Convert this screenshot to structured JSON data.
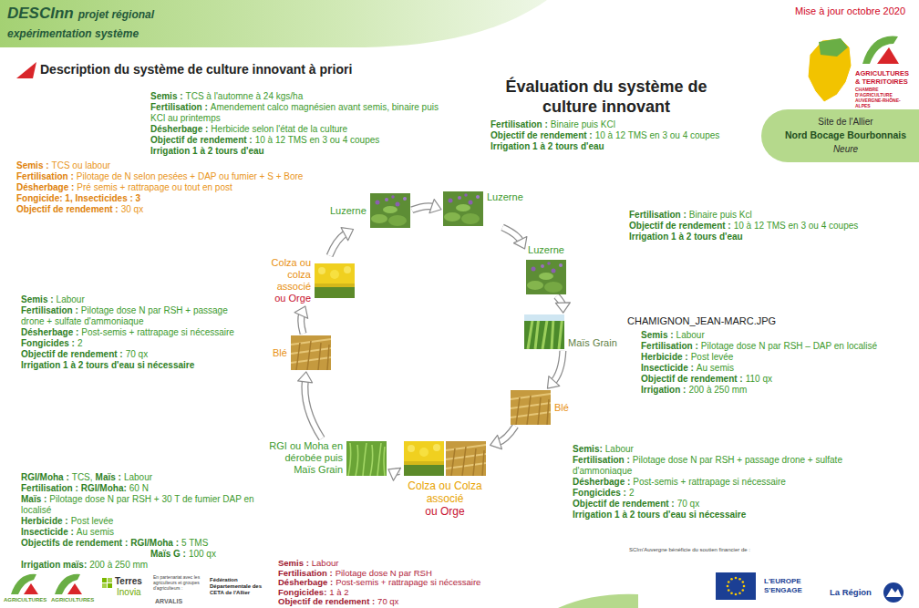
{
  "diagram": {
    "title": "Évaluation du système de culture innovant",
    "nodes": [
      {
        "text": [
          "Luzerne"
        ]
      },
      {
        "text": [
          "Luzerne"
        ]
      },
      {
        "text": [
          "Luzerne"
        ]
      },
      {
        "text": [
          "Maïs Grain"
        ]
      },
      {
        "text": [
          "Blé"
        ]
      },
      {
        "text": [
          "Colza ou Colza associé",
          "ou Orge"
        ]
      },
      {
        "text": [
          "RGI ou Moha en dérobée puis Maïs Grain"
        ]
      },
      {
        "text": [
          "Blé"
        ]
      },
      {
        "text": [
          "Colza ou colza associé",
          "ou Orge"
        ]
      },
      {
        "text": [
          "Site de l'Allier",
          "Nord Bocage Bourbonnais",
          "Neure"
        ]
      }
    ],
    "edges": [
      {
        "from": 0,
        "to": 1,
        "arrow": "to"
      },
      {
        "from": 1,
        "to": 2,
        "arrow": "to"
      },
      {
        "from": 2,
        "to": 3,
        "arrow": "to"
      },
      {
        "from": 3,
        "to": 4,
        "arrow": "to"
      },
      {
        "from": 4,
        "to": 5,
        "arrow": "to"
      },
      {
        "from": 5,
        "to": 6,
        "arrow": "to"
      },
      {
        "from": 6,
        "to": 7,
        "arrow": "to"
      },
      {
        "from": 7,
        "to": 8,
        "arrow": "to"
      },
      {
        "from": 8,
        "to": 0,
        "arrow": "to"
      }
    ],
    "labels": [
      "DESCInn",
      "projet régional expérimentation système",
      "Mise à jour octobre 2020",
      "Description du système de culture innovant à priori",
      "AGRICULTURES",
      "& TERRITOIRES",
      "CHAMBRE D'AGRICULTURE AUVERGNE-RHÔNE-ALPES",
      "Semis :",
      "TCS à l'automne à 24 kgs/ha",
      "Fertilisation :",
      "Amendement calco magnésien avant semis, binaire puis KCl au printemps",
      "Désherbage :",
      "Herbicide selon l'état de la culture",
      "Objectif de rendement :",
      "10 à 12 TMS en 3 ou 4 coupes",
      "Irrigation 1 à 2 tours d'eau",
      "Semis :",
      "TCS ou labour",
      "Fertilisation :",
      "Pilotage de N selon pesées + DAP ou fumier + S + Bore",
      "Désherbage :",
      "Pré semis + rattrapage ou tout en post",
      "Fongicide: 1, Insecticides : 3",
      "Objectif de rendement :",
      "30 qx",
      "Fertilisation :",
      "Binaire puis KCl",
      "Objectif de rendement :",
      "10 à 12 TMS en 3 ou 4 coupes",
      "Irrigation 1 à 2 tours d'eau",
      "Fertilisation :",
      "Binaire puis Kcl",
      "Objectif de rendement :",
      "10 à 12 TMS en 3 ou 4 coupes",
      "Irrigation 1 à 2 tours d'eau",
      "Semis :",
      "Labour",
      "Fertilisation :",
      "Pilotage dose N par RSH + passage drone + sulfate d'ammoniaque",
      "Désherbage :",
      "Post-semis + rattrapage si nécessaire",
      "Fongicides :",
      "2",
      "Objectif de rendement :",
      "70 qx",
      "Irrigation 1 à 2 tours d'eau si nécessaire",
      "Semis :",
      "Labour",
      "Fertilisation :",
      "Pilotage dose N par RSH – DAP en localisé",
      "Herbicide :",
      "Post levée",
      "Insecticide :",
      "Au semis",
      "Objectif de rendement :",
      "110 qx",
      "Irrigation :",
      "200 à 250 mm",
      "CHAMIGNON_JEAN-MARC.JPG",
      "RGI/Moha :",
      "TCS,",
      "Maïs :",
      "Labour",
      "Fertilisation :",
      "RGI/Moha:",
      "60 N",
      "Maïs :",
      "Pilotage dose N par RSH + 30 T de fumier DAP en localisé",
      "Herbicide :",
      "Post levée",
      "Insecticide :",
      "Au semis",
      "Objectifs de rendement :",
      "RGI/Moha :",
      "5 TMS",
      "Maïs G :",
      "100 qx",
      "Irrigation maïs:",
      "200 à 250 mm",
      "Semis:",
      "Labour",
      "Fertilisation :",
      "Pilotage dose N par RSH + passage drone + sulfate d'ammoniaque",
      "Désherbage :",
      "Post-semis + rattrapage si nécessaire",
      "Fongicides :",
      "2",
      "Objectif de rendement :",
      "70 qx",
      "Irrigation 1 à 2 tours d'eau si nécessaire",
      "Semis :",
      "Labour",
      "Fertilisation :",
      "Pilotage dose N par RSH",
      "Désherbage :",
      "Post-semis + rattrapage si nécessaire",
      "Fongicides:",
      "1 à 2",
      "Objectif de rendement :",
      "70 qx",
      "AGRICULTURES",
      "AGRICULTURES",
      "Terres",
      "Inovia",
      "En partenariat avec les agriculteurs et groupes d'agriculteurs :",
      "ARVALIS",
      "Fédération Départementale des CETA de l'Allier",
      "SCIm'Auvergne bénéficie du soutien financier de :",
      "L'EUROPE S'ENGAGE",
      "La Région"
    ]
  }
}
